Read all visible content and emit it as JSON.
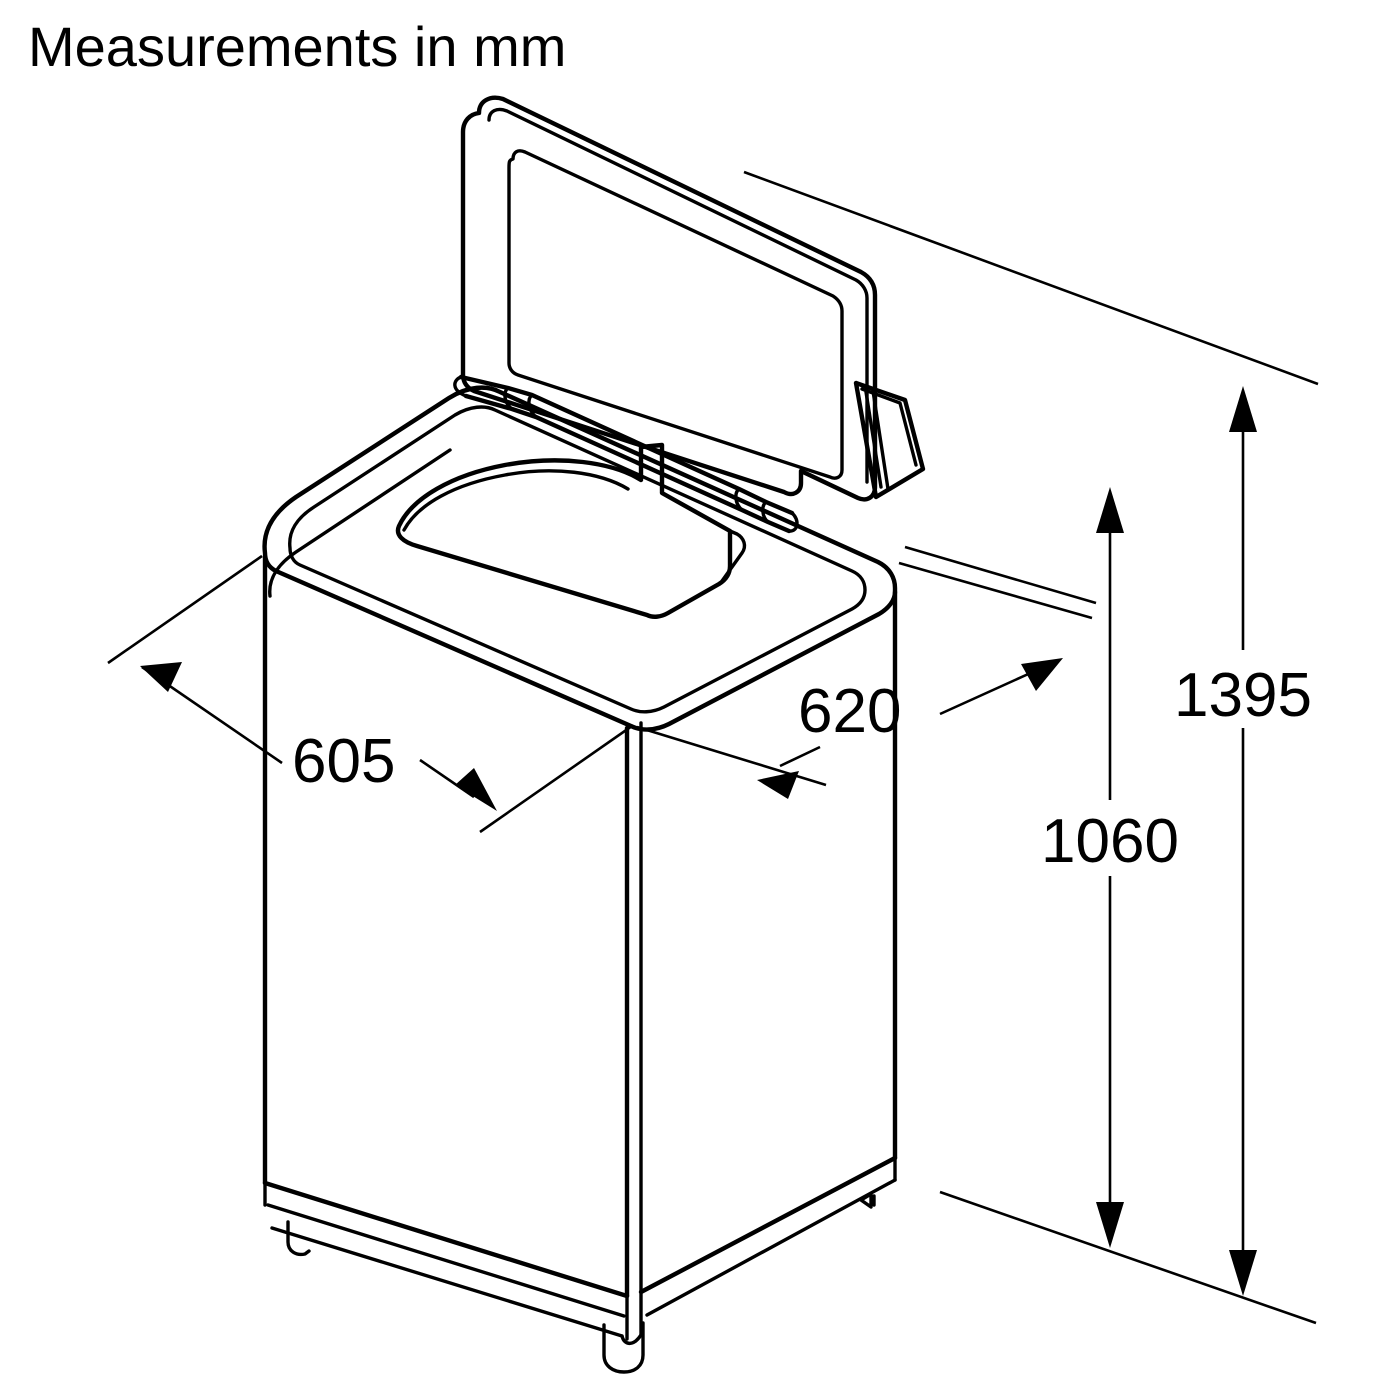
{
  "page": {
    "title": "Measurements in mm",
    "background_color": "#ffffff",
    "line_color": "#000000",
    "unit": "mm",
    "drawing_type": "isometric technical line drawing",
    "product": "top-load washing machine with open lid"
  },
  "dimensions": {
    "width": {
      "label": "605",
      "value": 605,
      "unit": "mm",
      "axis": "width",
      "position": "left-front",
      "arrow_style": "double"
    },
    "depth": {
      "label": "620",
      "value": 620,
      "unit": "mm",
      "axis": "depth",
      "position": "right-front",
      "arrow_style": "double"
    },
    "height_body": {
      "label": "1060",
      "value": 1060,
      "unit": "mm",
      "axis": "height",
      "position": "right-inner",
      "arrow_style": "double-vertical"
    },
    "height_lid_open": {
      "label": "1395",
      "value": 1395,
      "unit": "mm",
      "axis": "height",
      "position": "right-outer",
      "arrow_style": "double-vertical"
    }
  },
  "labels": {
    "width_label": "605",
    "depth_label": "620",
    "height_body_label": "1060",
    "height_open_label": "1395"
  },
  "parts": {
    "lid": "lid-open",
    "lid_window": "lid-inner-panel",
    "hinge": "lid-hinge-bar",
    "hinge_bracket": "lid-hinge-bracket",
    "top_panel": "top-recessed-panel",
    "drum_opening": "drum-opening",
    "cabinet": "cabinet-body",
    "base": "base-plinth",
    "foot_front": "leveling-foot-front",
    "foot_left": "leveling-foot-left",
    "foot_right": "leveling-foot-right"
  }
}
